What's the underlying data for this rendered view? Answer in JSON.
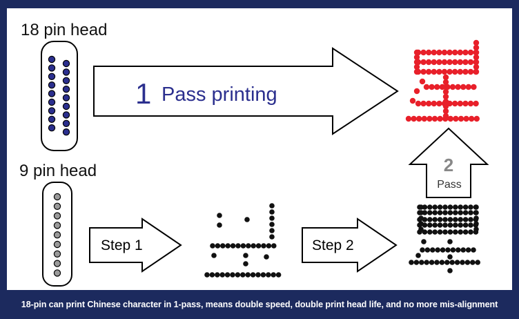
{
  "labels": {
    "head18": "18 pin head",
    "head9": "9 pin head",
    "pass_number": "1",
    "pass_text": "Pass printing",
    "step1": "Step 1",
    "step2": "Step 2",
    "two_pass_number": "2",
    "two_pass_text": "Pass"
  },
  "caption": "18-pin can print Chinese character in 1-pass, means double speed, double print head life, and no more mis-alignment",
  "colors": {
    "border": "#1c2a5e",
    "pin_18": "#2b2f8e",
    "pin_9": "#9a9a9a",
    "pass_text": "#2b2f8e",
    "red_dots": "#e8202a",
    "black_dots": "#111111",
    "two_pass_number": "#888888"
  },
  "icons": {
    "arrow_main": "arrow-right-icon",
    "arrow_step": "arrow-right-icon",
    "arrow_up": "arrow-up-icon"
  }
}
